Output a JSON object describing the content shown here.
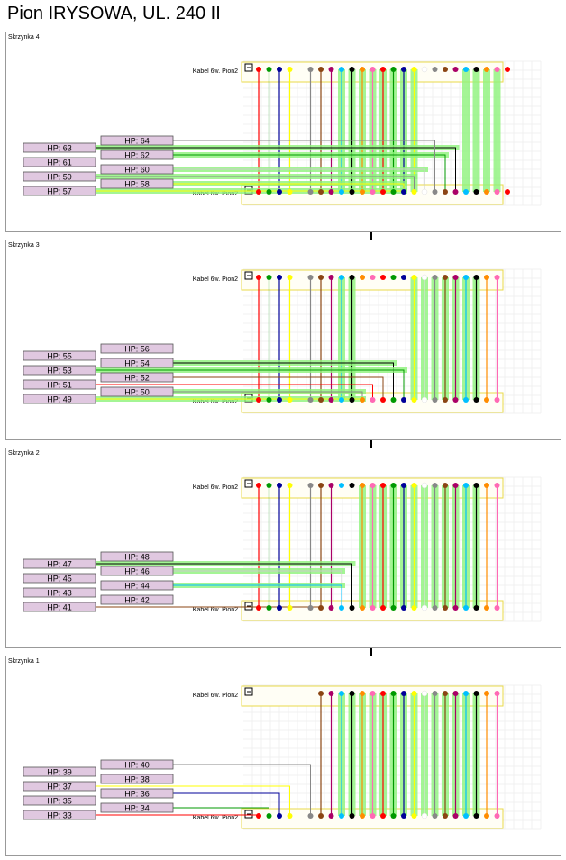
{
  "title": "Pion IRYSOWA, UL. 240 II",
  "cable_label": "Kabel 6w. Pion2",
  "fiber_colors": [
    "#ff0000",
    "#009900",
    "#000099",
    "#ffff00",
    "#ffffff",
    "#888888",
    "#8b4513",
    "#aa0066",
    "#00bfff",
    "#000000",
    "#ff8c00",
    "#ff69b4",
    "#ff0000",
    "#009900",
    "#000099",
    "#ffff00",
    "#ffffff",
    "#888888",
    "#8b4513",
    "#aa0066",
    "#00bfff",
    "#000000",
    "#ff8c00",
    "#ff69b4"
  ],
  "boxes": [
    {
      "name": "Skrzynka 4",
      "hp_left": [
        "HP: 63",
        "HP: 61",
        "HP: 59",
        "HP: 57"
      ],
      "hp_right": [
        "HP: 64",
        "HP: 62",
        "HP: 60",
        "HP: 58"
      ],
      "top_visible": [
        0,
        1,
        2,
        3,
        5,
        6,
        7,
        8,
        9,
        10,
        11,
        12,
        13,
        14,
        15,
        16,
        17,
        18,
        19,
        20,
        21,
        22,
        23,
        24
      ],
      "bottom_visible": [
        0,
        1,
        2,
        3,
        5,
        6,
        7,
        8,
        9,
        10,
        11,
        12,
        13,
        14,
        15,
        16,
        17,
        18,
        19,
        20,
        21,
        22,
        23,
        24
      ],
      "through": [
        0,
        1,
        2,
        3,
        5,
        6,
        7,
        8,
        9,
        10,
        11,
        12,
        13,
        14,
        15
      ],
      "green": [
        8,
        9,
        10,
        11,
        12,
        13,
        14,
        15,
        20,
        21,
        22,
        23
      ],
      "links": [
        {
          "side": "right",
          "row": 1,
          "fiber": 18,
          "color": "#009900",
          "green": true
        },
        {
          "side": "left",
          "row": 0,
          "fiber": 19,
          "color": "#000000",
          "green": true
        },
        {
          "side": "right",
          "row": 0,
          "fiber": 17,
          "color": "#888888",
          "green": false
        },
        {
          "side": "right",
          "row": 2,
          "fiber": 16,
          "color": "#ffffff",
          "green": true
        },
        {
          "side": "left",
          "row": 2,
          "fiber": 15,
          "color": "#888888",
          "green": true
        },
        {
          "side": "right",
          "row": 3,
          "fiber": 14,
          "color": "#ffff00",
          "green": true
        },
        {
          "side": "left",
          "row": 3,
          "fiber": 14,
          "color": "#ffff00",
          "green": true
        }
      ]
    },
    {
      "name": "Skrzynka 3",
      "hp_left": [
        "HP: 55",
        "HP: 53",
        "HP: 51",
        "HP: 49"
      ],
      "hp_right": [
        "HP: 56",
        "HP: 54",
        "HP: 52",
        "HP: 50"
      ],
      "top_visible": [
        0,
        1,
        2,
        3,
        5,
        6,
        7,
        8,
        9,
        10,
        11,
        12,
        13,
        14,
        15,
        16,
        17,
        18,
        19,
        20,
        21,
        22,
        23
      ],
      "bottom_visible": [
        0,
        1,
        2,
        3,
        5,
        6,
        7,
        8,
        9,
        10,
        11,
        12,
        13,
        14,
        15,
        16,
        17,
        18,
        19,
        20,
        21,
        22,
        23
      ],
      "through": [
        0,
        1,
        2,
        3,
        5,
        6,
        7,
        8,
        9,
        15,
        16,
        17,
        18,
        19,
        20,
        21,
        22,
        23
      ],
      "green": [
        8,
        9,
        15,
        16,
        17,
        18,
        19,
        20,
        21
      ],
      "links": [
        {
          "side": "right",
          "row": 1,
          "fiber": 13,
          "color": "#000000",
          "green": true
        },
        {
          "side": "left",
          "row": 1,
          "fiber": 14,
          "color": "#009900",
          "green": true
        },
        {
          "side": "right",
          "row": 2,
          "fiber": 12,
          "color": "#8b4513",
          "green": false
        },
        {
          "side": "left",
          "row": 2,
          "fiber": 11,
          "color": "#ff0000",
          "green": false
        },
        {
          "side": "right",
          "row": 3,
          "fiber": 10,
          "color": "#888888",
          "green": true
        },
        {
          "side": "left",
          "row": 3,
          "fiber": 10,
          "color": "#ffff00",
          "green": true
        }
      ]
    },
    {
      "name": "Skrzynka 2",
      "hp_left": [
        "HP: 47",
        "HP: 45",
        "HP: 43",
        "HP: 41"
      ],
      "hp_right": [
        "HP: 48",
        "HP: 46",
        "HP: 44",
        "HP: 42"
      ],
      "top_visible": [
        0,
        1,
        2,
        3,
        5,
        6,
        7,
        8,
        9,
        10,
        11,
        12,
        13,
        14,
        15,
        16,
        17,
        18,
        19,
        20,
        21,
        22,
        23
      ],
      "bottom_visible": [
        0,
        1,
        2,
        3,
        5,
        6,
        7,
        8,
        9,
        10,
        11,
        12,
        13,
        14,
        15,
        16,
        17,
        18,
        19,
        20,
        21,
        22,
        23
      ],
      "through": [
        0,
        1,
        2,
        3,
        5,
        6,
        7,
        10,
        11,
        12,
        13,
        14,
        15,
        16,
        17,
        18,
        19,
        20,
        21,
        22,
        23
      ],
      "green": [
        10,
        11,
        12,
        13,
        14,
        15,
        16,
        17,
        18,
        19,
        20,
        21
      ],
      "links": [
        {
          "side": "left",
          "row": 0,
          "fiber": 9,
          "color": "#000000",
          "green": true
        },
        {
          "side": "right",
          "row": 1,
          "fiber": 8,
          "color": "#ffffff",
          "green": true
        },
        {
          "side": "right",
          "row": 2,
          "fiber": 8,
          "color": "#00bfff",
          "green": true
        },
        {
          "side": "left",
          "row": 3,
          "fiber": 6,
          "color": "#8b4513",
          "green": false
        }
      ]
    },
    {
      "name": "Skrzynka 1",
      "hp_left": [
        "HP: 39",
        "HP: 37",
        "HP: 35",
        "HP: 33"
      ],
      "hp_right": [
        "HP: 40",
        "HP: 38",
        "HP: 36",
        "HP: 34"
      ],
      "top_visible": [
        6,
        7,
        8,
        9,
        10,
        11,
        12,
        13,
        14,
        15,
        16,
        17,
        18,
        19,
        20,
        21,
        22,
        23
      ],
      "bottom_visible": [
        0,
        1,
        2,
        3,
        5,
        6,
        7,
        8,
        9,
        10,
        11,
        12,
        13,
        14,
        15,
        16,
        17,
        18,
        19,
        20,
        21,
        22,
        23
      ],
      "through": [
        6,
        7,
        8,
        9,
        10,
        11,
        12,
        13,
        14,
        15,
        16,
        17,
        18,
        19,
        20,
        21,
        22,
        23
      ],
      "green": [
        8,
        9,
        10,
        11,
        12,
        13,
        14,
        15,
        16,
        17,
        18,
        19,
        20,
        21
      ],
      "links": [
        {
          "side": "right",
          "row": 0,
          "fiber": 5,
          "color": "#888888",
          "green": false
        },
        {
          "side": "left",
          "row": 1,
          "fiber": 3,
          "color": "#ffff00",
          "green": false
        },
        {
          "side": "right",
          "row": 2,
          "fiber": 2,
          "color": "#000099",
          "green": false
        },
        {
          "side": "right",
          "row": 3,
          "fiber": 1,
          "color": "#009900",
          "green": false
        },
        {
          "side": "left",
          "row": 3,
          "fiber": 0,
          "color": "#ff0000",
          "green": false
        }
      ]
    }
  ]
}
